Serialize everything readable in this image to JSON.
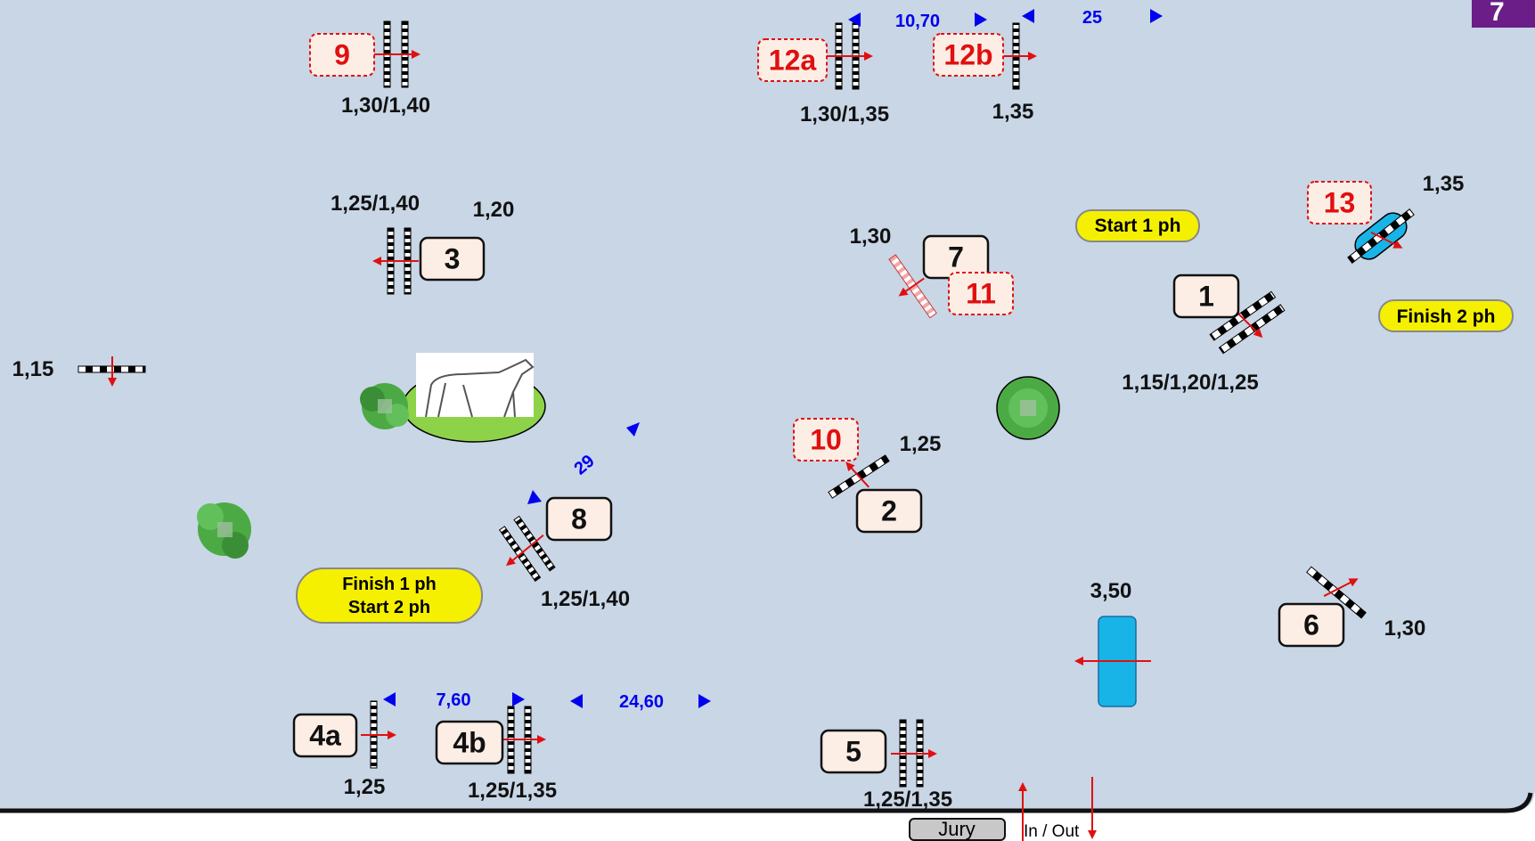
{
  "course": {
    "fences": [
      {
        "key": "n9",
        "label": "9",
        "class": "red"
      },
      {
        "key": "n12a",
        "label": "12a",
        "class": "red"
      },
      {
        "key": "n12b",
        "label": "12b",
        "class": "red"
      },
      {
        "key": "n3",
        "label": "3",
        "class": "black"
      },
      {
        "key": "n7",
        "label": "7",
        "class": "black"
      },
      {
        "key": "n11",
        "label": "11",
        "class": "red"
      },
      {
        "key": "n13",
        "label": "13",
        "class": "red"
      },
      {
        "key": "n1",
        "label": "1",
        "class": "black"
      },
      {
        "key": "n10",
        "label": "10",
        "class": "red"
      },
      {
        "key": "n2",
        "label": "2",
        "class": "black"
      },
      {
        "key": "n8",
        "label": "8",
        "class": "black"
      },
      {
        "key": "n6",
        "label": "6",
        "class": "black"
      },
      {
        "key": "n4a",
        "label": "4a",
        "class": "black"
      },
      {
        "key": "n4b",
        "label": "4b",
        "class": "black"
      },
      {
        "key": "n5",
        "label": "5",
        "class": "black"
      }
    ],
    "heights": [
      {
        "key": "h9",
        "text": "1,30/1,40"
      },
      {
        "key": "h12a",
        "text": "1,30/1,35"
      },
      {
        "key": "h12b",
        "text": "1,35"
      },
      {
        "key": "h3a",
        "text": "1,25/1,40"
      },
      {
        "key": "h3b",
        "text": "1,20"
      },
      {
        "key": "h7",
        "text": "1,30"
      },
      {
        "key": "h13",
        "text": "1,35"
      },
      {
        "key": "hleft",
        "text": "1,15"
      },
      {
        "key": "h1",
        "text": "1,15/1,20/1,25"
      },
      {
        "key": "h10",
        "text": "1,25"
      },
      {
        "key": "h8",
        "text": "1,25/1,40"
      },
      {
        "key": "hwater",
        "text": "3,50"
      },
      {
        "key": "h6",
        "text": "1,30"
      },
      {
        "key": "h4a",
        "text": "1,25"
      },
      {
        "key": "h4b",
        "text": "1,25/1,35"
      },
      {
        "key": "h5",
        "text": "1,25/1,35"
      }
    ],
    "distances": [
      {
        "key": "d12",
        "text": "10,70"
      },
      {
        "key": "d25",
        "text": "25"
      },
      {
        "key": "d29",
        "text": "29"
      },
      {
        "key": "d760",
        "text": "7,60"
      },
      {
        "key": "d2460",
        "text": "24,60"
      }
    ],
    "phases": {
      "start1": "Start 1 ph",
      "finish2": "Finish 2 ph",
      "finish1": "Finish 1 ph",
      "start2": "Start 2 ph"
    },
    "jury": "Jury",
    "in_out": "In / Out",
    "corner_logo": "7"
  },
  "colors": {
    "arena": "#c8d6e6",
    "number_box_fill": "#fdeee5",
    "red_number": "#e01010",
    "distance": "#0000ee",
    "phase_fill": "#f5f000",
    "water": "#18b4e8",
    "tree": "#4caa44",
    "ellipse": "#8ed24a",
    "logo_bg": "#6b1e87"
  },
  "icons": {
    "horse": "horse-statue-icon",
    "trees": "tree-icon",
    "water": "water-jump-icon"
  }
}
